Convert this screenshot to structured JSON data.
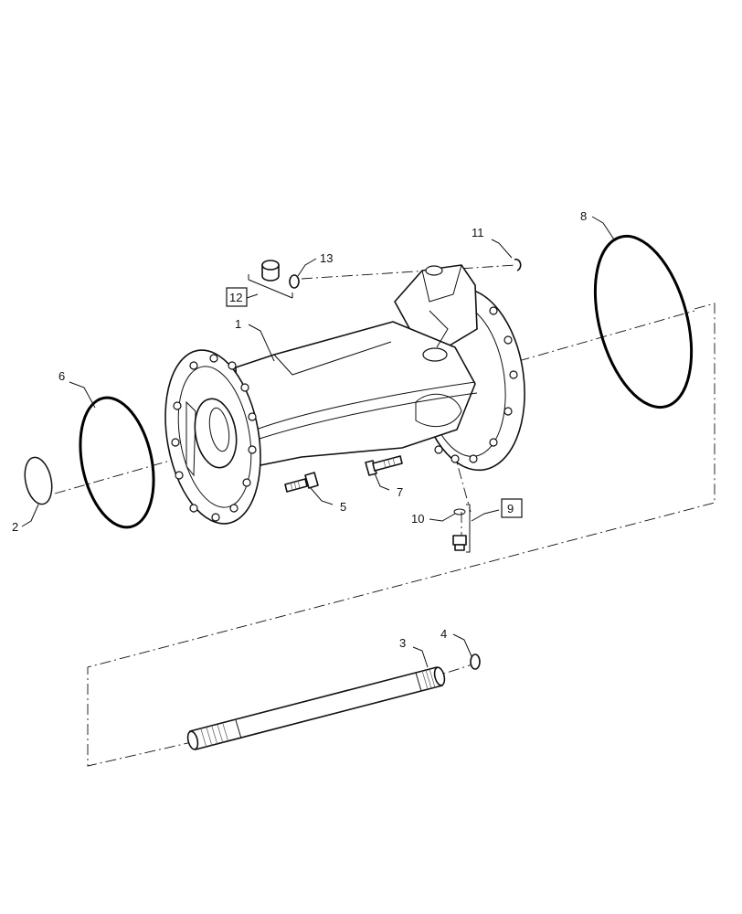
{
  "callouts": {
    "housing": "1",
    "o_ring_small": "2",
    "axle_shaft": "3",
    "washer": "4",
    "bolt_short": "5",
    "o_ring_left": "6",
    "bolt_long": "7",
    "o_ring_large": "8",
    "plug_assembly": "9",
    "plug_seal": "10",
    "snap_ring": "11",
    "bushing_assembly": "12",
    "bushing_seal": "13"
  }
}
